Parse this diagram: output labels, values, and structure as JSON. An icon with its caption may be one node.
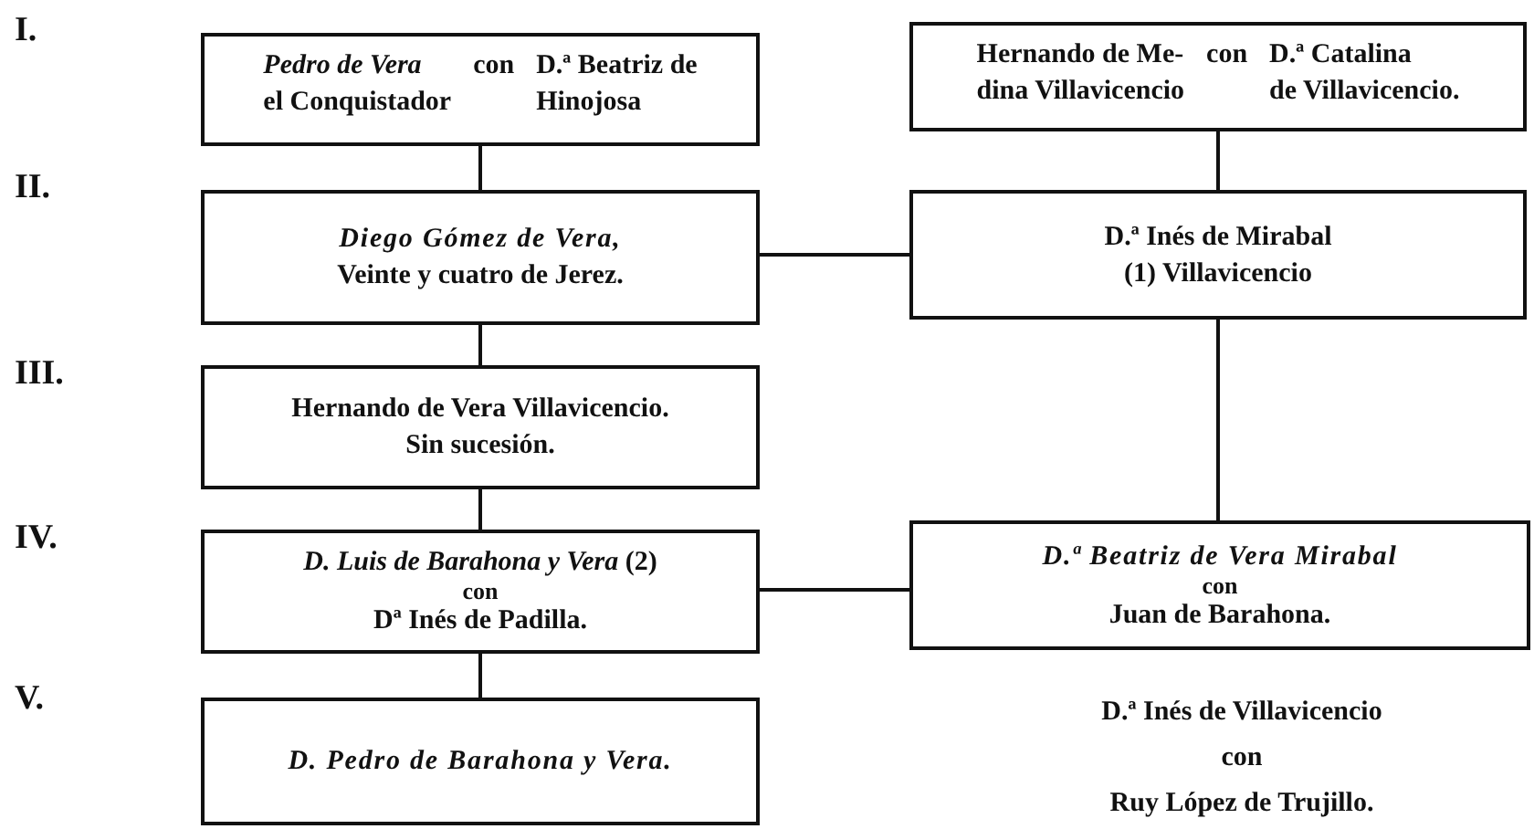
{
  "diagram": {
    "nodes": [
      {
        "text": [
          "*Pedro de Vera* el Conquistador",
          "con",
          "D.ª Beatriz de Hinojosa"
        ]
      },
      {
        "text": [
          "Hernando de Me- dina Villavicencio",
          "con",
          "D.ª Catalina de Villavicencio."
        ]
      },
      {
        "text": [
          "Diego Gómez de Vera,",
          "Veinte y cuatro de Jerez."
        ]
      },
      {
        "text": [
          "D.ª Inés de Mirabal (1) Villavicencio"
        ]
      },
      {
        "text": [
          "Hernando de Vera Villavicencio. Sin sucesión."
        ]
      },
      {
        "text": [
          "*D. Luis de Barahona y Vera* (2)",
          "con",
          "Dª Inés de Padilla."
        ]
      },
      {
        "text": [
          "D.ª Beatriz de Vera Mirabal",
          "con",
          "Juan de Barahona."
        ]
      },
      {
        "text": [
          "D. Pedro de Barahona y Vera."
        ]
      }
    ],
    "edges": [
      {
        "from": 0,
        "to": 2,
        "arrow": "none"
      },
      {
        "from": 1,
        "to": 3,
        "arrow": "none"
      },
      {
        "from": 2,
        "to": 3,
        "arrow": "none"
      },
      {
        "from": 2,
        "to": 4,
        "arrow": "none"
      },
      {
        "from": 3,
        "to": 6,
        "arrow": "none"
      },
      {
        "from": 4,
        "to": 5,
        "arrow": "none"
      },
      {
        "from": 5,
        "to": 6,
        "arrow": "none"
      },
      {
        "from": 5,
        "to": 7,
        "arrow": "none"
      }
    ],
    "labels": [
      "I.",
      "II.",
      "III.",
      "IV.",
      "V.",
      "D.ª Inés de Villavicencio con Ruy López de Trujillo."
    ]
  }
}
